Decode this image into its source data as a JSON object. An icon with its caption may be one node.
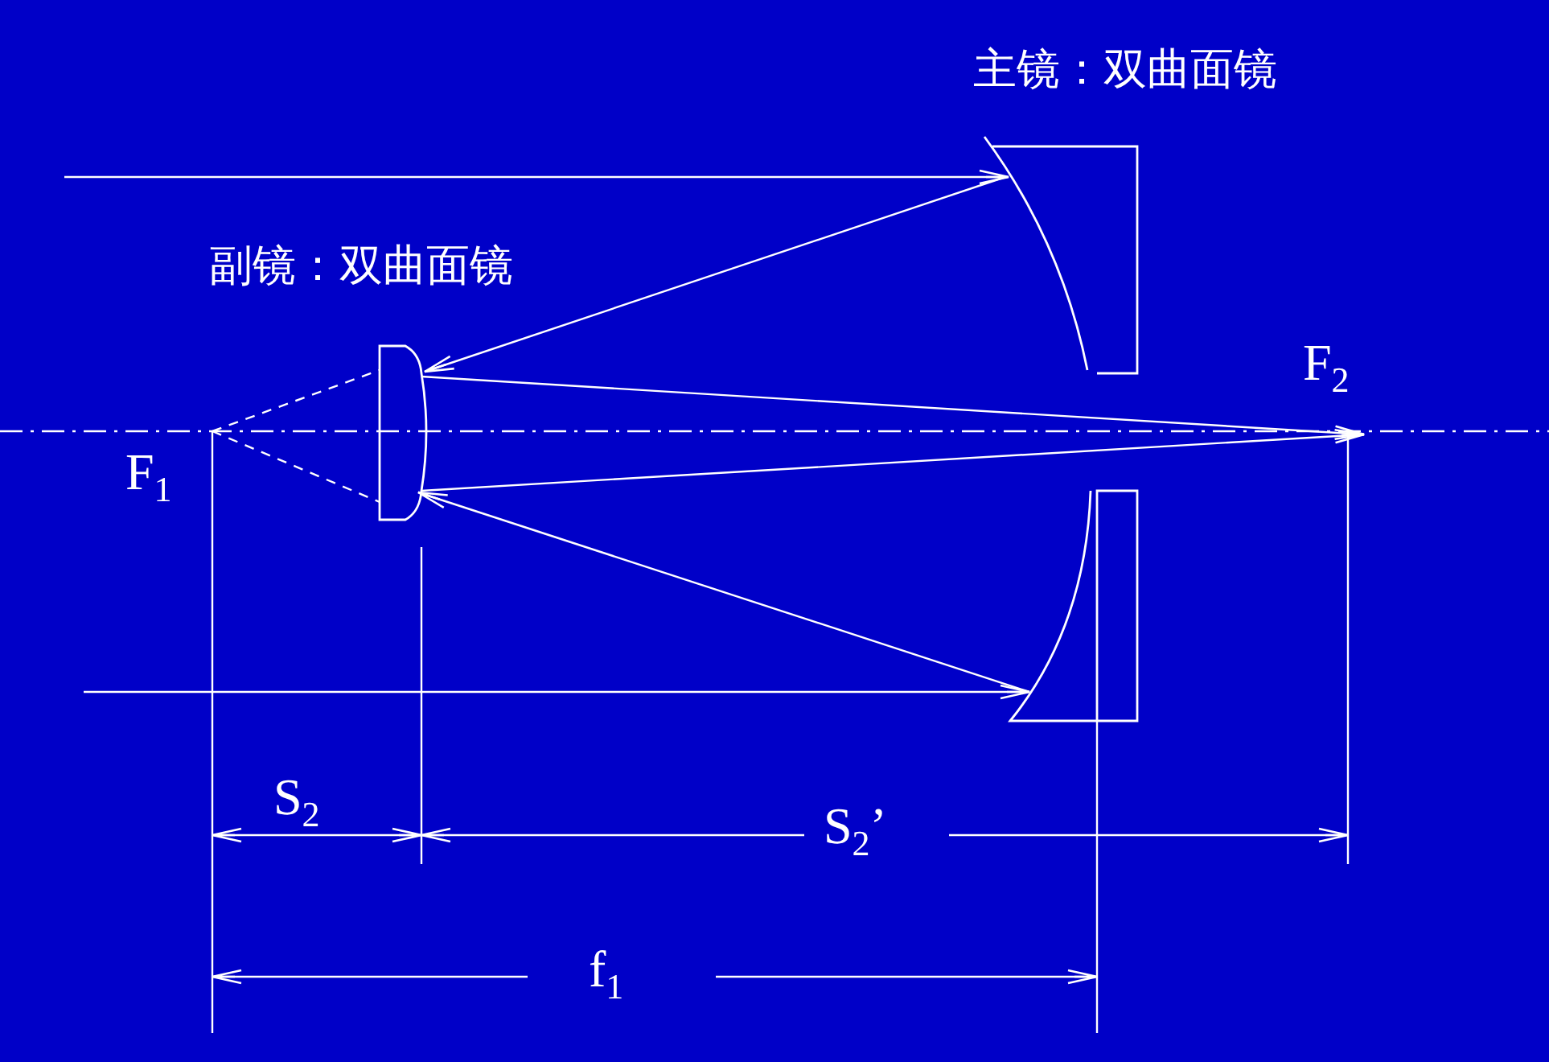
{
  "diagram": {
    "nodes": [
      {
        "text": [
          "主镜：双曲面镜"
        ]
      },
      {
        "text": [],
        "shape": "picture"
      },
      {
        "text": [
          "副镜：双曲面镜"
        ]
      },
      {
        "text": [
          "F$_{1}$"
        ]
      },
      {
        "text": [
          "F$_{2}$"
        ]
      }
    ],
    "edges": [
      {
        "from": null,
        "to": 0,
        "arrow": "to"
      },
      {
        "from": 0,
        "to": 2,
        "arrow": "to"
      },
      {
        "from": 2,
        "to": 4,
        "arrow": "to"
      },
      {
        "from": null,
        "to": 1,
        "arrow": "to"
      },
      {
        "from": 1,
        "to": 2,
        "arrow": "to"
      },
      {
        "from": 2,
        "to": 4,
        "arrow": "to"
      },
      {
        "from": 3,
        "to": 2,
        "arrow": "none",
        "style": "dashed"
      },
      {
        "from": 3,
        "to": 2,
        "arrow": "none",
        "style": "dashed"
      }
    ],
    "labels": [
      "S$_{2}$",
      "S$_{2}$’",
      "f$_{1}$"
    ]
  }
}
